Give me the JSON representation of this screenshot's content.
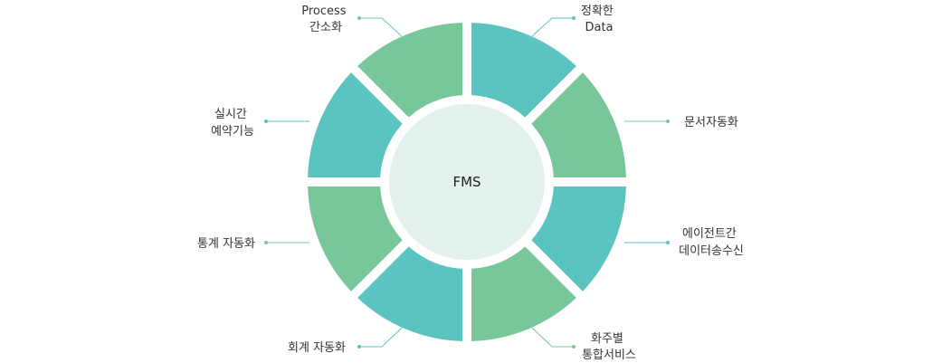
{
  "diagram": {
    "center_label": "FMS",
    "colors": {
      "teal": "#5cc4c0",
      "green": "#78c79b",
      "center_fill": "#e2f2ea",
      "text": "#333333"
    },
    "segments": [
      {
        "id": "data-accuracy",
        "label_lines": [
          "정확한",
          "Data"
        ],
        "color": "#5cc4c0"
      },
      {
        "id": "document-automation",
        "label_lines": [
          "문서자동화"
        ],
        "color": "#78c79b"
      },
      {
        "id": "agent-data-transfer",
        "label_lines": [
          "에이전트간",
          "데이터송수신"
        ],
        "color": "#5cc4c0"
      },
      {
        "id": "shipper-integrated-service",
        "label_lines": [
          "화주별",
          "통합서비스"
        ],
        "color": "#78c79b"
      },
      {
        "id": "accounting-automation",
        "label_lines": [
          "회계 자동화"
        ],
        "color": "#5cc4c0"
      },
      {
        "id": "statistics-automation",
        "label_lines": [
          "통계 자동화"
        ],
        "color": "#78c79b"
      },
      {
        "id": "realtime-booking",
        "label_lines": [
          "실시간",
          "예약기능"
        ],
        "color": "#5cc4c0"
      },
      {
        "id": "process-simplification",
        "label_lines": [
          "Process",
          "간소화"
        ],
        "color": "#78c79b"
      }
    ]
  }
}
